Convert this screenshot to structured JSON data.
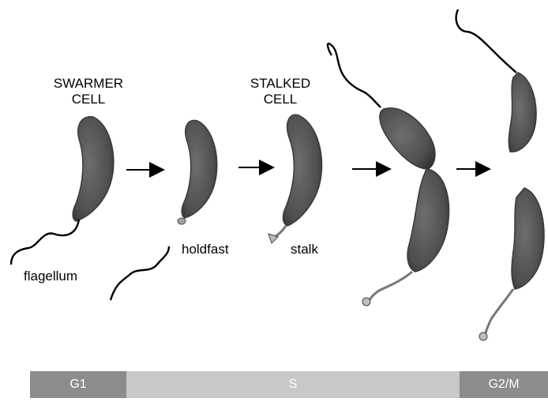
{
  "labels": {
    "swarmer_line1": "SWARMER",
    "swarmer_line2": "CELL",
    "stalked_line1": "STALKED",
    "stalked_line2": "CELL",
    "flagellum": "flagellum",
    "holdfast": "holdfast",
    "stalk": "stalk"
  },
  "phases": [
    {
      "name": "G1",
      "color": "#8c8c8c"
    },
    {
      "name": "S",
      "color": "#c8c8c8"
    },
    {
      "name": "G2/M",
      "color": "#8c8c8c"
    }
  ],
  "colors": {
    "cell_body": "#5a5a5a",
    "cell_edge": "#3a3a3a",
    "flagellum": "#000000",
    "arrow": "#000000"
  }
}
